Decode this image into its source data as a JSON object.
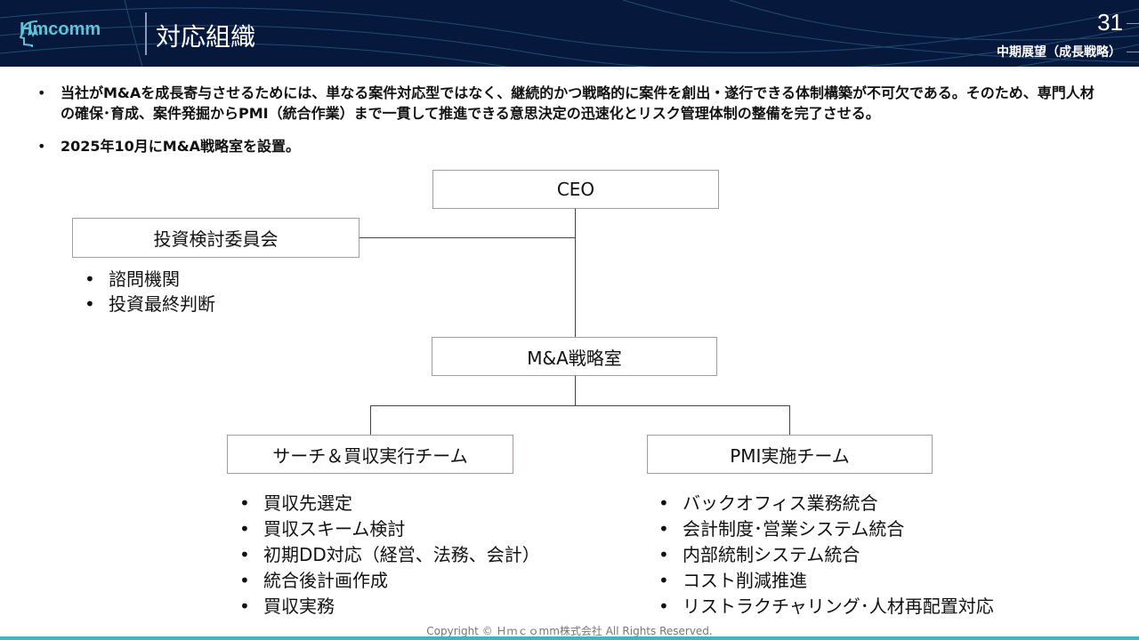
{
  "header": {
    "logo": "Hmcomm",
    "title": "対応組織",
    "page_number": "31",
    "section": "中期展望（成長戦略）"
  },
  "bullets": [
    "当社がM&Aを成長寄与させるためには、単なる案件対応型ではなく、継続的かつ戦略的に案件を創出・遂行できる体制構築が不可欠である。そのため、専門人材の確保･育成、案件発掘からPMI（統合作業）まで一貫して推進できる意思決定の迅速化とリスク管理体制の整備を完了させる。",
    "2025年10月にM&A戦略室を設置。"
  ],
  "org": {
    "ceo": "CEO",
    "committee": "投資検討委員会",
    "committee_items": [
      "諮問機関",
      "投資最終判断"
    ],
    "ma_office": "M&A戦略室",
    "search_team": "サーチ＆買収実行チーム",
    "search_items": [
      "買収先選定",
      "買収スキーム検討",
      "初期DD対応（経営、法務、会計）",
      "統合後計画作成",
      "買収実務"
    ],
    "pmi_team": "PMI実施チーム",
    "pmi_items": [
      "バックオフィス業務統合",
      "会計制度･営業システム統合",
      "内部統制システム統合",
      "コスト削減推進",
      "リストラクチャリング･人材再配置対応"
    ]
  },
  "footer": "Copyright © Ｈｍｃｏmm株式会社 All Rights Reserved.",
  "colors": {
    "header_bg": "#07183d",
    "accent": "#3fb3c8"
  }
}
